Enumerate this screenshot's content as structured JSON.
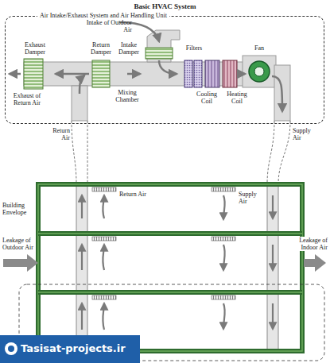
{
  "diagram": {
    "title": "Basic HVAC System",
    "nodes": [
      {
        "text": [
          "Air Intake/Exhaust System and Air Handling Unit"
        ]
      }
    ],
    "labels": [
      "Intake of Outdoor Air",
      "Exhaust Damper",
      "Return Damper",
      "Intake Damper",
      "Filters",
      "Fan",
      "Mixing Chamber",
      "Cooling Coil",
      "Heating Coil",
      "Exhaust of Return Air",
      "Return Air",
      "Supply Air",
      "Return Air",
      "Supply Air",
      "Building Envelope",
      "Leakage of Outdoor Air",
      "Leakage of Indoor Air",
      "Tasisat-projects.ir"
    ]
  }
}
